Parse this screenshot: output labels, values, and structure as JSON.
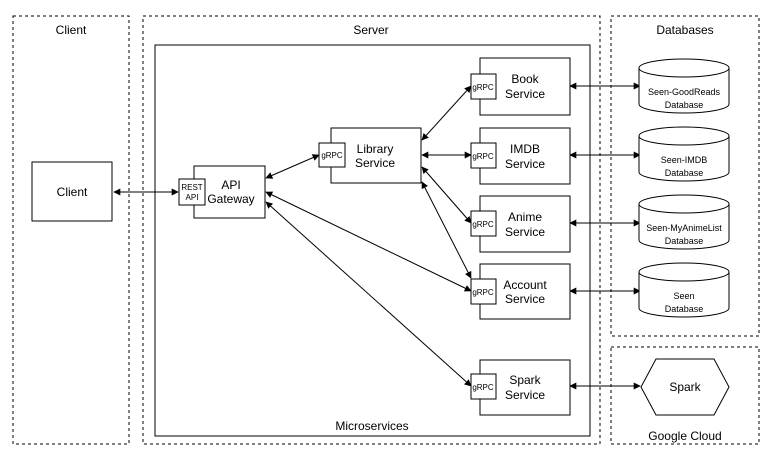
{
  "regions": {
    "client": "Client",
    "server": "Server",
    "databases": "Databases",
    "google_cloud": "Google Cloud",
    "microservices": "Microservices"
  },
  "nodes": {
    "client": "Client",
    "api_gateway": [
      "API",
      "Gateway"
    ],
    "rest_api": [
      "REST",
      "API"
    ],
    "library": [
      "Library",
      "Service"
    ],
    "book": [
      "Book",
      "Service"
    ],
    "imdb": [
      "IMDB",
      "Service"
    ],
    "anime": [
      "Anime",
      "Service"
    ],
    "account": [
      "Account",
      "Service"
    ],
    "spark_service": [
      "Spark",
      "Service"
    ],
    "grpc": "gRPC",
    "db_goodreads": [
      "Seen-GoodReads",
      "Database"
    ],
    "db_imdb": [
      "Seen-IMDB",
      "Database"
    ],
    "db_anime": [
      "Seen-MyAnimeList",
      "Database"
    ],
    "db_seen": [
      "Seen",
      "Database"
    ],
    "spark": "Spark"
  }
}
